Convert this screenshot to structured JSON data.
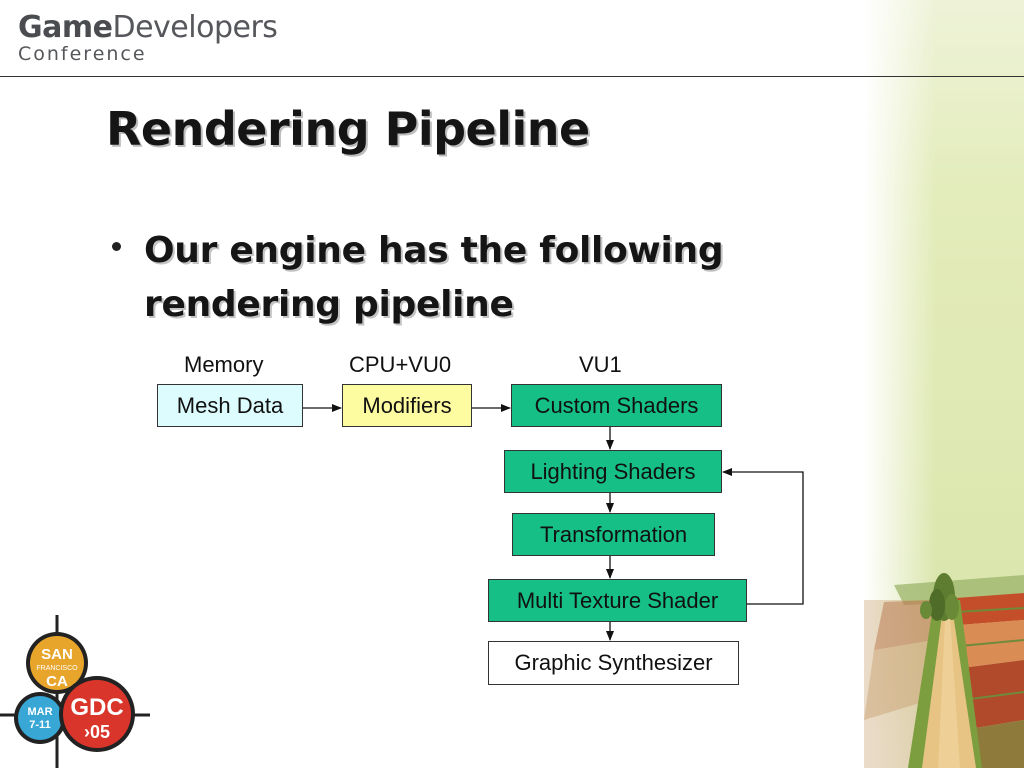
{
  "header": {
    "logo_game": "Game",
    "logo_developers": "Developers",
    "logo_conference": "Conference"
  },
  "slide": {
    "title": "Rendering Pipeline",
    "bullet": "Our engine has the following rendering pipeline"
  },
  "diagram": {
    "column_labels": {
      "memory": "Memory",
      "cpu": "CPU+VU0",
      "vu1": "VU1"
    },
    "nodes": {
      "mesh_data": "Mesh Data",
      "modifiers": "Modifiers",
      "custom_shaders": "Custom Shaders",
      "lighting_shaders": "Lighting Shaders",
      "transformation": "Transformation",
      "multi_texture_shader": "Multi Texture Shader",
      "graphic_synthesizer": "Graphic Synthesizer"
    },
    "colors": {
      "memory_fill": "#ddfcfe",
      "cpu_fill": "#fdfca0",
      "vu1_fill": "#15bf85",
      "output_fill": "#ffffff"
    }
  },
  "badge": {
    "city_top": "SAN",
    "city_mid": "FRANCISCO",
    "city_bottom": "CA",
    "date_month": "MAR",
    "date_days": "7-11",
    "event": "GDC",
    "year": "›05"
  }
}
